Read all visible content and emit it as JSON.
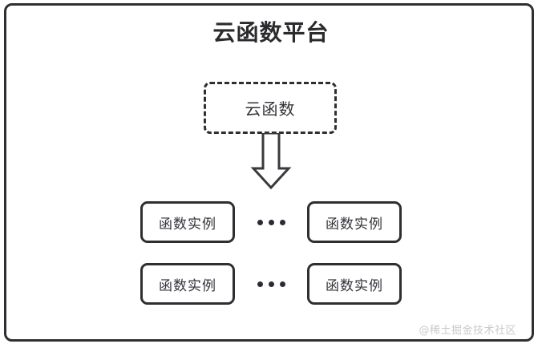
{
  "diagram": {
    "title": "云函数平台",
    "platform_border_color": "#2f2f33",
    "background": "#ffffff",
    "cloud_function": {
      "label": "云函数",
      "border_style": "dashed",
      "border_color": "#2f2f33"
    },
    "arrow": {
      "name": "down-block-arrow",
      "direction": "down",
      "fill": "#ffffff",
      "stroke": "#3a3a3e"
    },
    "instance_rows": [
      {
        "left_box": {
          "label": "函数实例"
        },
        "ellipsis": "• • •",
        "right_box": {
          "label": "函数实例"
        }
      },
      {
        "left_box": {
          "label": "函数实例"
        },
        "ellipsis": "• • •",
        "right_box": {
          "label": "函数实例"
        }
      }
    ],
    "watermark": "@稀土掘金技术社区"
  }
}
